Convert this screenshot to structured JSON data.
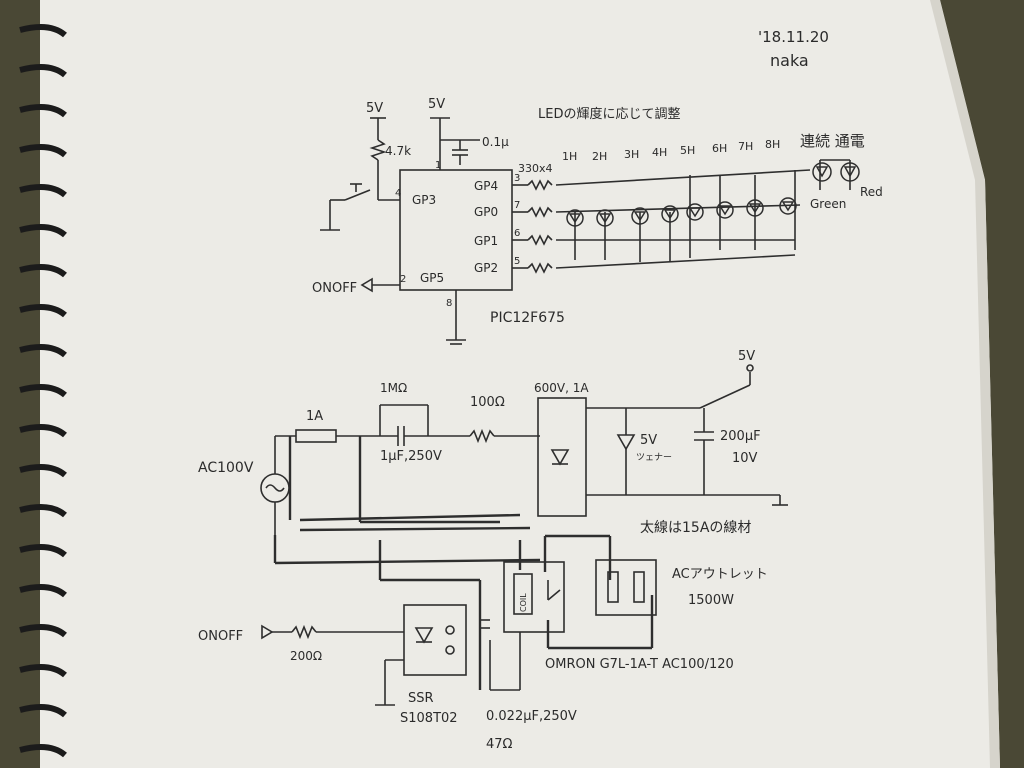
{
  "header": {
    "date": "'18.11.20",
    "author": "naka"
  },
  "logic": {
    "vcc_pullup": "5V",
    "vcc_chip": "5V",
    "pullup_resistor": "4.7k",
    "decoupling_cap": "0.1μ",
    "note": "LEDの輝度に応じて調整",
    "resistor_array": "330x4",
    "chip": {
      "name": "PIC12F675",
      "pins": [
        "GP3",
        "GP4",
        "GP0",
        "GP1",
        "GP2",
        "GP5"
      ],
      "pin_numbers": [
        "1",
        "4",
        "3",
        "7",
        "6",
        "5",
        "2",
        "8"
      ]
    },
    "onoff_out": "ONOFF",
    "led_hours": [
      "1H",
      "2H",
      "3H",
      "4H",
      "5H",
      "6H",
      "7H",
      "8H"
    ],
    "status_leds": {
      "title": "連続 通電",
      "green": "Green",
      "red": "Red"
    }
  },
  "power": {
    "fuse": "1A",
    "ac_source": "AC100V",
    "r_1m": "1MΩ",
    "cap_1uf": "1μF,250V",
    "r_100": "100Ω",
    "bridge": "600V, 1A",
    "zener": "5V",
    "zener_sub": "ツェナー",
    "cap_200": "200μF",
    "cap_200_v": "10V",
    "vout": "5V",
    "wire_note": "太線は15Aの線材",
    "outlet": "ACアウトレット",
    "outlet_w": "1500W",
    "onoff_in": "ONOFF",
    "r_200": "200Ω",
    "ssr": "SSR",
    "ssr_part": "S108T02",
    "snubber_c": "0.022μF,250V",
    "snubber_r": "47Ω",
    "relay": "OMRON G7L-1A-T AC100/120",
    "coil": "COIL"
  }
}
